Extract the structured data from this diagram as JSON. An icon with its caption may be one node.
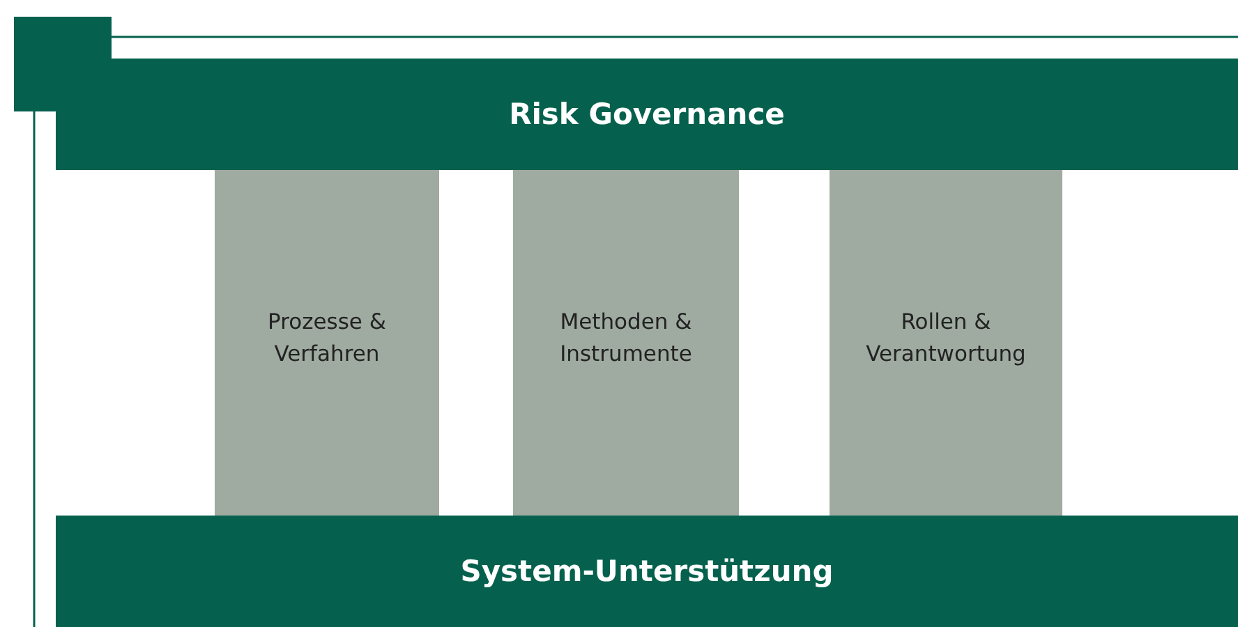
{
  "diagram": {
    "nodes": [
      {
        "text": [
          "Risk Governance"
        ]
      },
      {
        "text": [
          "Prozesse & Verfahren"
        ]
      },
      {
        "text": [
          "Methoden & Instrumente"
        ]
      },
      {
        "text": [
          "Rollen & Verantwortung"
        ]
      },
      {
        "text": [
          "System-Unterstützung"
        ]
      }
    ]
  }
}
